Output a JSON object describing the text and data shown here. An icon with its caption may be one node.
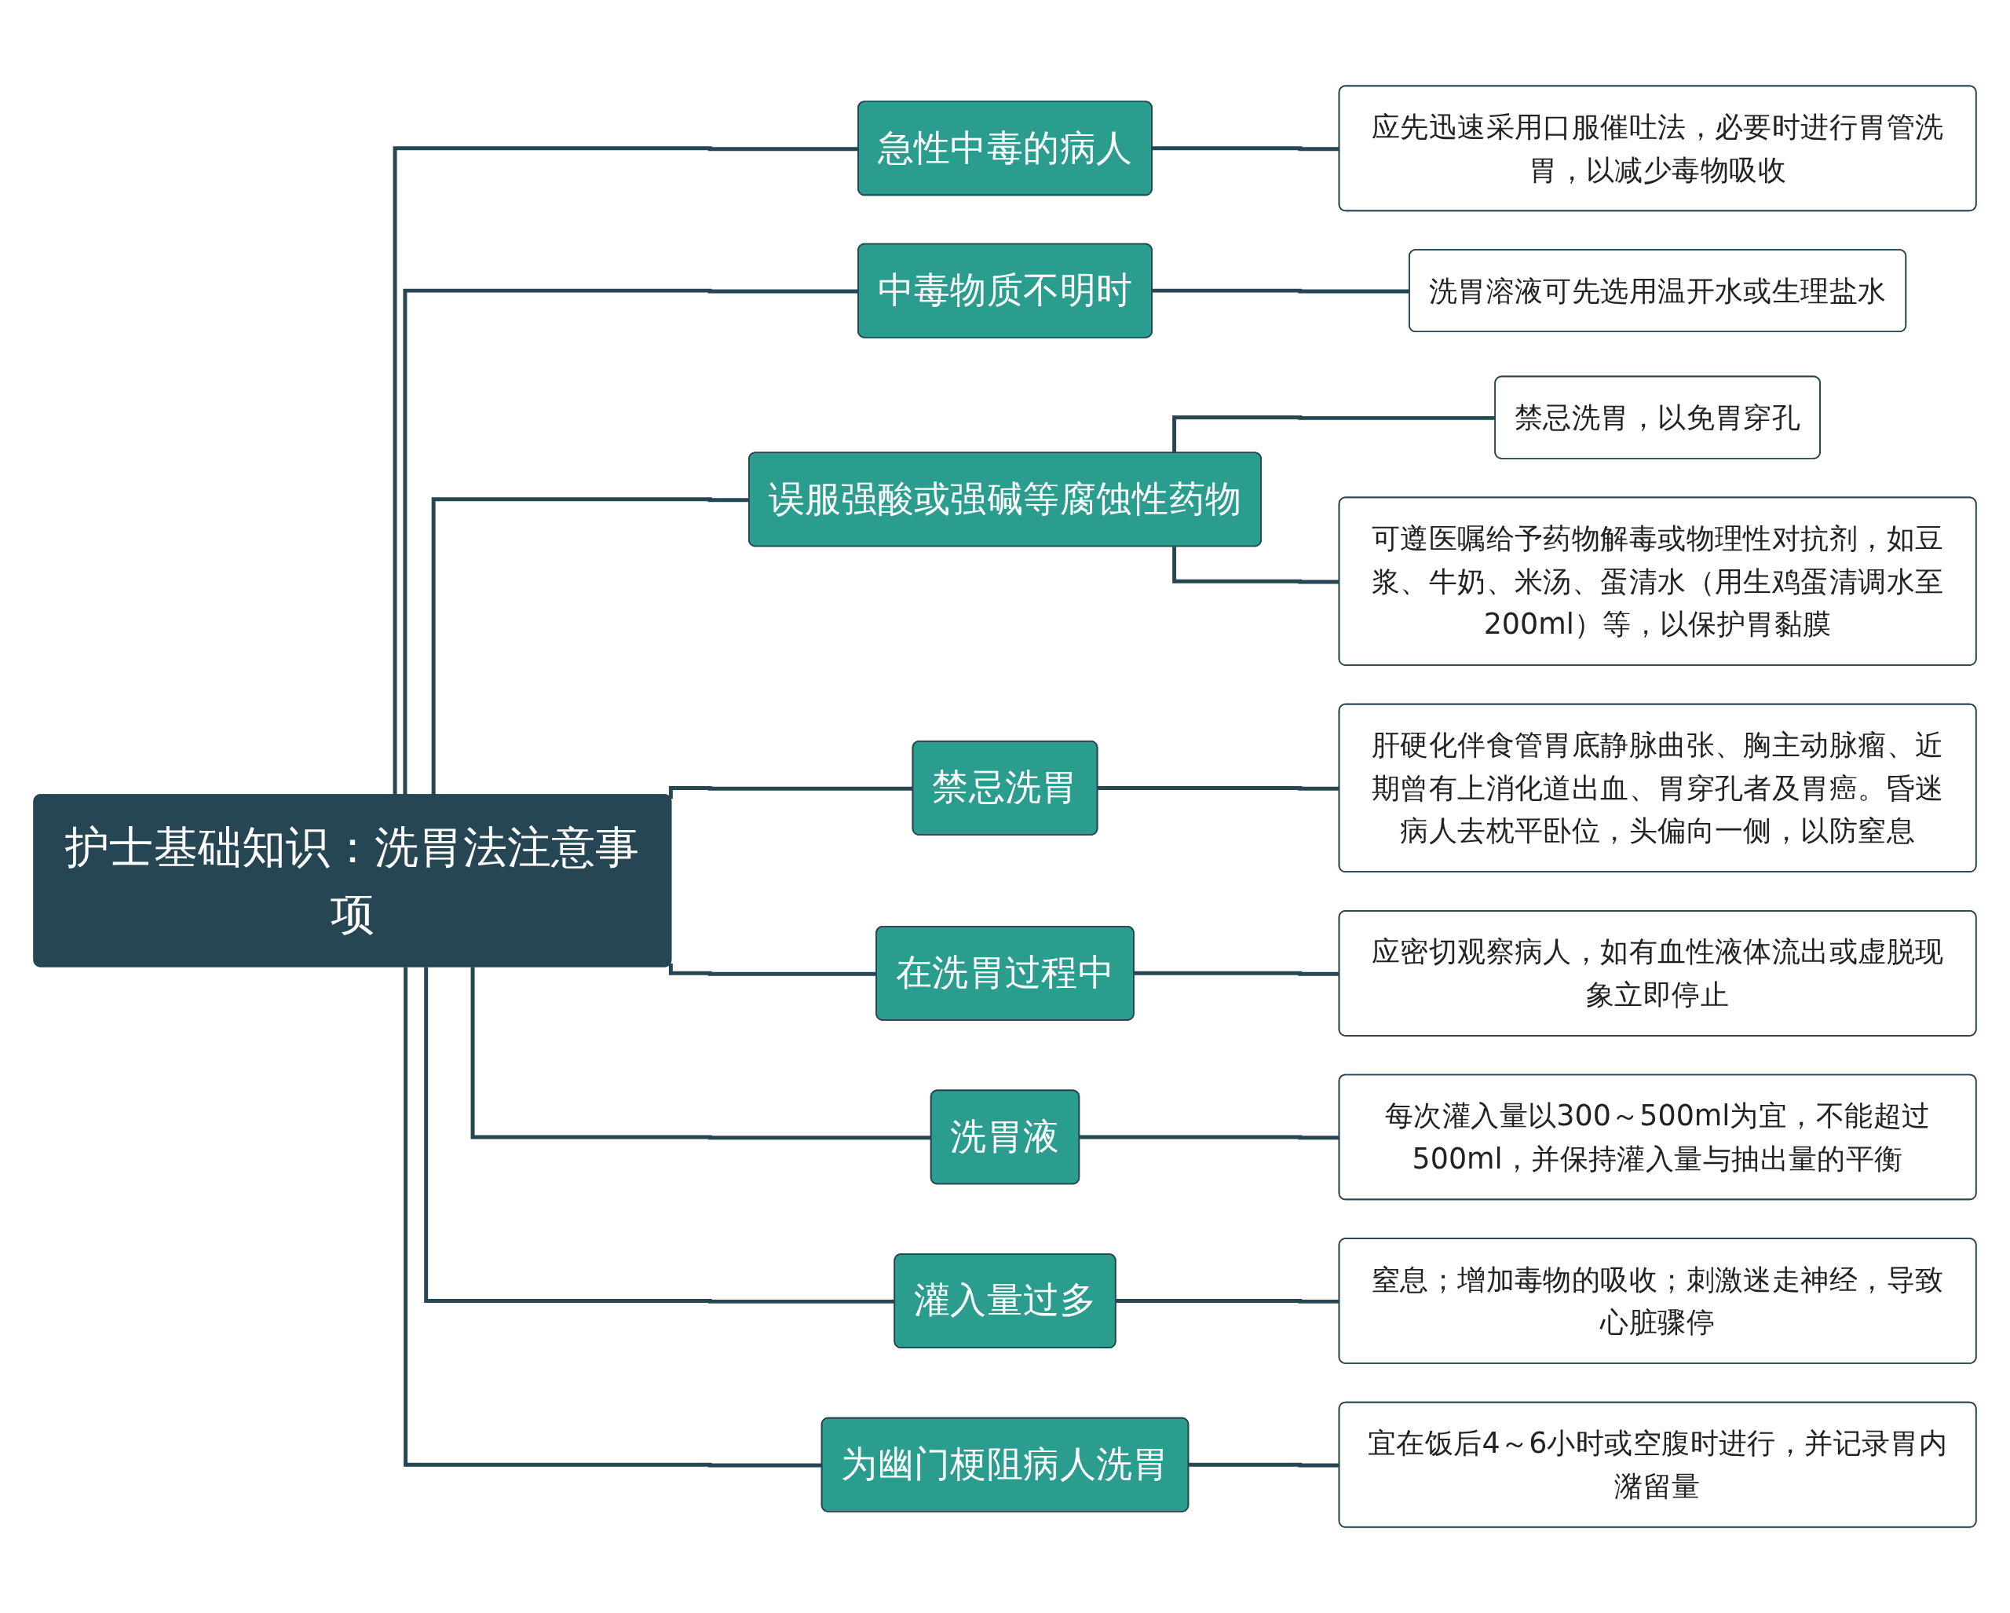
{
  "diagram": {
    "nodes": [
      {
        "text": [
          "护士基础知识：洗胃法注意事项"
        ]
      },
      {
        "text": [
          "急性中毒的病人"
        ]
      },
      {
        "text": [
          "应先迅速采用口服催吐法，必要时进行胃管洗胃，以减少毒物吸收"
        ]
      },
      {
        "text": [
          "中毒物质不明时"
        ]
      },
      {
        "text": [
          "洗胃溶液可先选用温开水或生理盐水"
        ]
      },
      {
        "text": [
          "误服强酸或强碱等腐蚀性药物"
        ]
      },
      {
        "text": [
          "禁忌洗胃，以免胃穿孔"
        ]
      },
      {
        "text": [
          "可遵医嘱给予药物解毒或物理性对抗剂，如豆浆、牛奶、米汤、蛋清水（用生鸡蛋清调水至200ml）等，以保护胃黏膜"
        ]
      },
      {
        "text": [
          "禁忌洗胃"
        ]
      },
      {
        "text": [
          "肝硬化伴食管胃底静脉曲张、胸主动脉瘤、近期曾有上消化道出血、胃穿孔者及胃癌。昏迷病人去枕平卧位，头偏向一侧，以防窒息"
        ]
      },
      {
        "text": [
          "在洗胃过程中"
        ]
      },
      {
        "text": [
          "应密切观察病人，如有血性液体流出或虚脱现象立即停止"
        ]
      },
      {
        "text": [
          "洗胃液"
        ]
      },
      {
        "text": [
          "每次灌入量以300～500ml为宜，不能超过500ml，并保持灌入量与抽出量的平衡"
        ]
      },
      {
        "text": [
          "灌入量过多"
        ]
      },
      {
        "text": [
          "窒息；增加毒物的吸收；刺激迷走神经，导致心脏骤停"
        ]
      },
      {
        "text": [
          "为幽门梗阻病人洗胃"
        ]
      },
      {
        "text": [
          "宜在饭后4～6小时或空腹时进行，并记录胃内潴留量"
        ]
      }
    ],
    "edges": [
      {
        "from": 0,
        "to": 1,
        "arrow": "none"
      },
      {
        "from": 1,
        "to": 2,
        "arrow": "none"
      },
      {
        "from": 0,
        "to": 3,
        "arrow": "none"
      },
      {
        "from": 3,
        "to": 4,
        "arrow": "none"
      },
      {
        "from": 0,
        "to": 5,
        "arrow": "none"
      },
      {
        "from": 5,
        "to": 6,
        "arrow": "none"
      },
      {
        "from": 5,
        "to": 7,
        "arrow": "none"
      },
      {
        "from": 0,
        "to": 8,
        "arrow": "none"
      },
      {
        "from": 8,
        "to": 9,
        "arrow": "none"
      },
      {
        "from": 0,
        "to": 10,
        "arrow": "none"
      },
      {
        "from": 10,
        "to": 11,
        "arrow": "none"
      },
      {
        "from": 0,
        "to": 12,
        "arrow": "none"
      },
      {
        "from": 12,
        "to": 13,
        "arrow": "none"
      },
      {
        "from": 0,
        "to": 14,
        "arrow": "none"
      },
      {
        "from": 14,
        "to": 15,
        "arrow": "none"
      },
      {
        "from": 0,
        "to": 16,
        "arrow": "none"
      },
      {
        "from": 16,
        "to": 17,
        "arrow": "none"
      }
    ]
  }
}
